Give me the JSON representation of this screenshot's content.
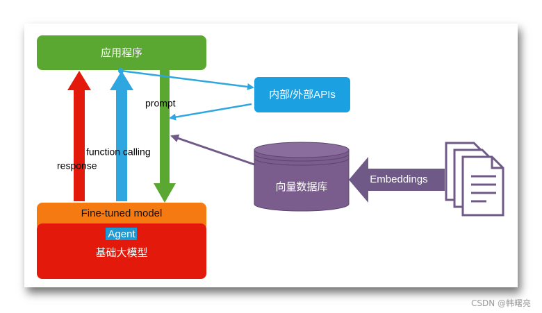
{
  "nodes": {
    "app": "应用程序",
    "apis": "内部/外部APIs",
    "vector_db": "向量数据库",
    "fine_tuned": "Fine-tuned model",
    "agent": "Agent",
    "base_model": "基础大模型"
  },
  "edges": {
    "response": "response",
    "function_calling": "function calling",
    "prompt": "prompt",
    "embeddings": "Embeddings"
  },
  "colors": {
    "app": "#5aa832",
    "apis": "#1ba1e2",
    "fine_tuned": "#f57a12",
    "base_model": "#e31a0b",
    "vector_db": "#7a5c8d",
    "arrow_red": "#e31a0b",
    "arrow_blue": "#2ea6e0",
    "arrow_green": "#5aa832",
    "arrow_purple": "#6f5a87",
    "agent_highlight": "#1b9ad6"
  },
  "watermark": "CSDN @韩曙亮"
}
